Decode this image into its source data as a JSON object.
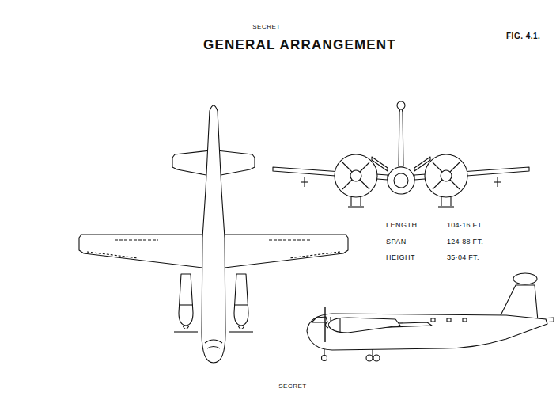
{
  "diagram": {
    "title": "GENERAL ARRANGEMENT",
    "labels": [
      "SECRET",
      "FIG. 4.1.",
      "LENGTH",
      "104·16 FT.",
      "SPAN",
      "124·88 FT.",
      "HEIGHT",
      "35·04 FT.",
      "SECRET"
    ]
  }
}
